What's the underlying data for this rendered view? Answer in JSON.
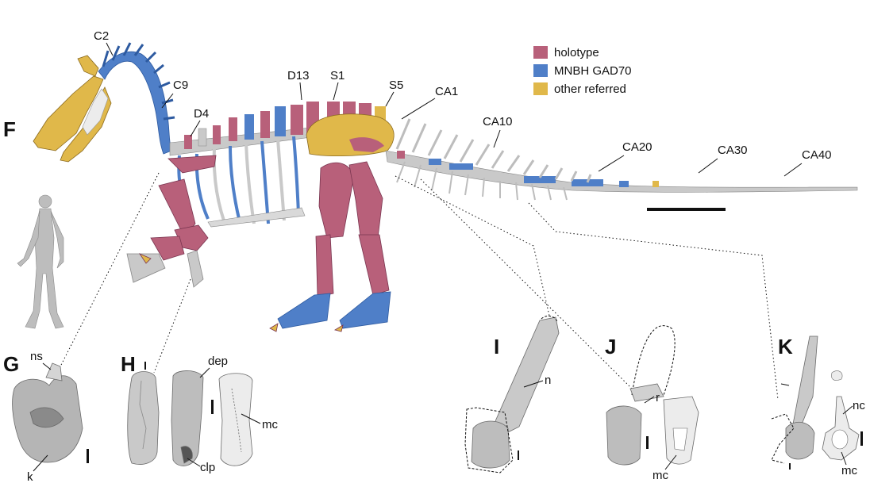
{
  "colors": {
    "holotype": "#b8607a",
    "mnbh": "#4f7fc8",
    "referred": "#e0b84a",
    "bone_grey": "#c9c9c9",
    "specimen_grey": "#b5b5b5",
    "black": "#111111"
  },
  "legend": [
    {
      "label": "holotype",
      "color": "#b8607a"
    },
    {
      "label": "MNBH GAD70",
      "color": "#4f7fc8"
    },
    {
      "label": "other referred",
      "color": "#e0b84a"
    }
  ],
  "panels": {
    "F": "F",
    "G": "G",
    "H": "H",
    "I": "I",
    "J": "J",
    "K": "K"
  },
  "vertebra_labels": {
    "c2": "C2",
    "c9": "C9",
    "d4": "D4",
    "d13": "D13",
    "s1": "S1",
    "s5": "S5",
    "ca1": "CA1",
    "ca10": "CA10",
    "ca20": "CA20",
    "ca30": "CA30",
    "ca40": "CA40"
  },
  "annotations": {
    "g_ns": "ns",
    "g_k": "k",
    "h_dep": "dep",
    "h_mc": "mc",
    "h_clp": "clp",
    "i_n": "n",
    "j_r": "r",
    "j_mc": "mc",
    "k_nc": "nc",
    "k_mc": "mc"
  }
}
